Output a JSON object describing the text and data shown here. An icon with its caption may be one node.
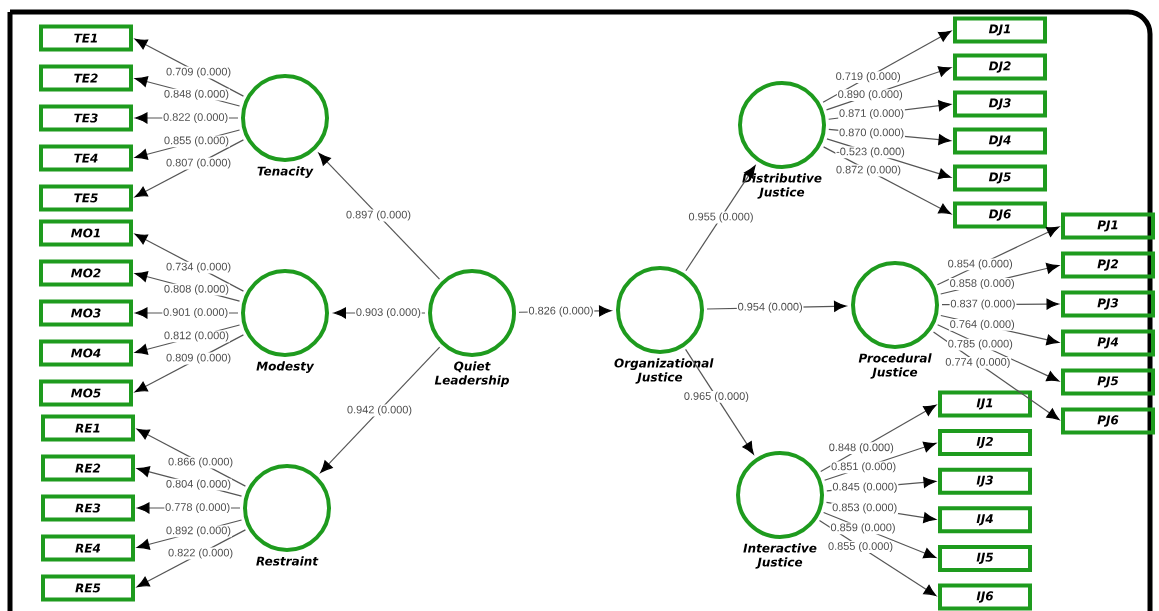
{
  "diagram": {
    "nodes": [
      {
        "text": [
          "Quiet Leadership"
        ]
      },
      {
        "text": [
          "Tenacity"
        ]
      },
      {
        "text": [
          "Modesty"
        ]
      },
      {
        "text": [
          "Restraint"
        ]
      },
      {
        "text": [
          "Organizational Justice"
        ]
      },
      {
        "text": [
          "Distributive Justice"
        ]
      },
      {
        "text": [
          "Procedural Justice"
        ]
      },
      {
        "text": [
          "Interactive Justice"
        ]
      },
      {
        "text": [
          "TE1"
        ]
      },
      {
        "text": [
          "TE2"
        ]
      },
      {
        "text": [
          "TE3"
        ]
      },
      {
        "text": [
          "TE4"
        ]
      },
      {
        "text": [
          "TE5"
        ]
      },
      {
        "text": [
          "MO1"
        ]
      },
      {
        "text": [
          "MO2"
        ]
      },
      {
        "text": [
          "MO3"
        ]
      },
      {
        "text": [
          "MO4"
        ]
      },
      {
        "text": [
          "MO5"
        ]
      },
      {
        "text": [
          "RE1"
        ]
      },
      {
        "text": [
          "RE2"
        ]
      },
      {
        "text": [
          "RE3"
        ]
      },
      {
        "text": [
          "RE4"
        ]
      },
      {
        "text": [
          "RE5"
        ]
      },
      {
        "text": [
          "DJ1"
        ]
      },
      {
        "text": [
          "DJ2"
        ]
      },
      {
        "text": [
          "DJ3"
        ]
      },
      {
        "text": [
          "DJ4"
        ]
      },
      {
        "text": [
          "DJ5"
        ]
      },
      {
        "text": [
          "DJ6"
        ]
      },
      {
        "text": [
          "PJ1"
        ]
      },
      {
        "text": [
          "PJ2"
        ]
      },
      {
        "text": [
          "PJ3"
        ]
      },
      {
        "text": [
          "PJ4"
        ]
      },
      {
        "text": [
          "PJ5"
        ]
      },
      {
        "text": [
          "PJ6"
        ]
      },
      {
        "text": [
          "IJ1"
        ]
      },
      {
        "text": [
          "IJ2"
        ]
      },
      {
        "text": [
          "IJ3"
        ]
      },
      {
        "text": [
          "IJ4"
        ]
      },
      {
        "text": [
          "IJ5"
        ]
      },
      {
        "text": [
          "IJ6"
        ]
      }
    ],
    "edges": [
      {
        "from": 0,
        "to": 1,
        "arrow": "to",
        "label": "0.897 (0.000)"
      },
      {
        "from": 0,
        "to": 2,
        "arrow": "to",
        "label": "0.903 (0.000)"
      },
      {
        "from": 0,
        "to": 3,
        "arrow": "to",
        "label": "0.942 (0.000)"
      },
      {
        "from": 0,
        "to": 4,
        "arrow": "to",
        "label": "0.826 (0.000)"
      },
      {
        "from": 4,
        "to": 5,
        "arrow": "to",
        "label": "0.955 (0.000)"
      },
      {
        "from": 4,
        "to": 6,
        "arrow": "to",
        "label": "0.954 (0.000)"
      },
      {
        "from": 4,
        "to": 7,
        "arrow": "to",
        "label": "0.965 (0.000)"
      },
      {
        "from": 1,
        "to": 8,
        "arrow": "to",
        "label": "0.709 (0.000)"
      },
      {
        "from": 1,
        "to": 9,
        "arrow": "to",
        "label": "0.848 (0.000)"
      },
      {
        "from": 1,
        "to": 10,
        "arrow": "to",
        "label": "0.822 (0.000)"
      },
      {
        "from": 1,
        "to": 11,
        "arrow": "to",
        "label": "0.855 (0.000)"
      },
      {
        "from": 1,
        "to": 12,
        "arrow": "to",
        "label": "0.807 (0.000)"
      },
      {
        "from": 2,
        "to": 13,
        "arrow": "to",
        "label": "0.734 (0.000)"
      },
      {
        "from": 2,
        "to": 14,
        "arrow": "to",
        "label": "0.808 (0.000)"
      },
      {
        "from": 2,
        "to": 15,
        "arrow": "to",
        "label": "0.901 (0.000)"
      },
      {
        "from": 2,
        "to": 16,
        "arrow": "to",
        "label": "0.812 (0.000)"
      },
      {
        "from": 2,
        "to": 17,
        "arrow": "to",
        "label": "0.809 (0.000)"
      },
      {
        "from": 3,
        "to": 18,
        "arrow": "to",
        "label": "0.866 (0.000)"
      },
      {
        "from": 3,
        "to": 19,
        "arrow": "to",
        "label": "0.804 (0.000)"
      },
      {
        "from": 3,
        "to": 20,
        "arrow": "to",
        "label": "0.778 (0.000)"
      },
      {
        "from": 3,
        "to": 21,
        "arrow": "to",
        "label": "0.892 (0.000)"
      },
      {
        "from": 3,
        "to": 22,
        "arrow": "to",
        "label": "0.822 (0.000)"
      },
      {
        "from": 5,
        "to": 23,
        "arrow": "to",
        "label": "0.719 (0.000)"
      },
      {
        "from": 5,
        "to": 24,
        "arrow": "to",
        "label": "0.890 (0.000)"
      },
      {
        "from": 5,
        "to": 25,
        "arrow": "to",
        "label": "0.871 (0.000)"
      },
      {
        "from": 5,
        "to": 26,
        "arrow": "to",
        "label": "0.870 (0.000)"
      },
      {
        "from": 5,
        "to": 27,
        "arrow": "to",
        "label": "-0.523 (0.000)"
      },
      {
        "from": 5,
        "to": 28,
        "arrow": "to",
        "label": "0.872 (0.000)"
      },
      {
        "from": 6,
        "to": 29,
        "arrow": "to",
        "label": "0.854 (0.000)"
      },
      {
        "from": 6,
        "to": 30,
        "arrow": "to",
        "label": "0.858 (0.000)"
      },
      {
        "from": 6,
        "to": 31,
        "arrow": "to",
        "label": "0.837 (0.000)"
      },
      {
        "from": 6,
        "to": 32,
        "arrow": "to",
        "label": "0.764 (0.000)"
      },
      {
        "from": 6,
        "to": 33,
        "arrow": "to",
        "label": "0.785 (0.000)"
      },
      {
        "from": 6,
        "to": 34,
        "arrow": "to",
        "label": "0.774 (0.000)"
      },
      {
        "from": 7,
        "to": 35,
        "arrow": "to",
        "label": "0.848 (0.000)"
      },
      {
        "from": 7,
        "to": 36,
        "arrow": "to",
        "label": "0.851 (0.000)"
      },
      {
        "from": 7,
        "to": 37,
        "arrow": "to",
        "label": "0.845 (0.000)"
      },
      {
        "from": 7,
        "to": 38,
        "arrow": "to",
        "label": "0.853 (0.000)"
      },
      {
        "from": 7,
        "to": 39,
        "arrow": "to",
        "label": "0.859 (0.000)"
      },
      {
        "from": 7,
        "to": 40,
        "arrow": "to",
        "label": "0.855 (0.000)"
      }
    ]
  }
}
